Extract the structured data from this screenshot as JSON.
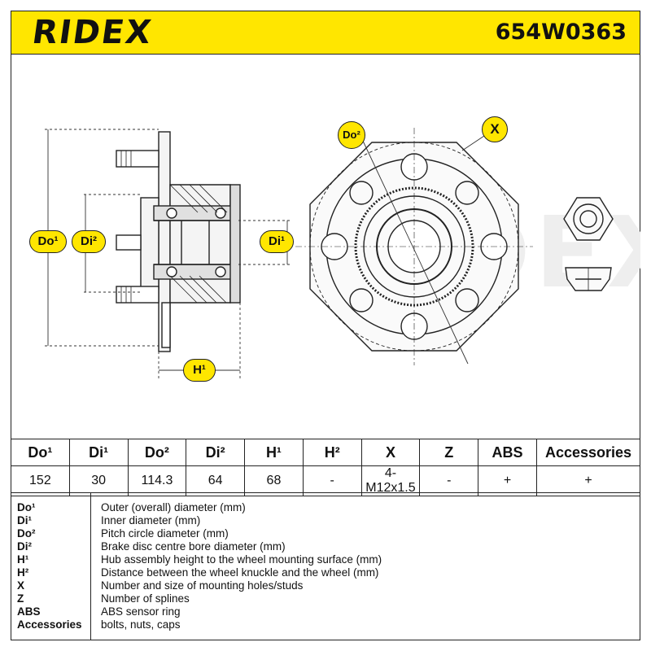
{
  "header": {
    "brand": "RIDEX",
    "part_number": "654W0363",
    "background_color": "#ffe600"
  },
  "diagram": {
    "watermark": "RIDEX",
    "callouts": {
      "do1": "Do¹",
      "di2": "Di²",
      "di1": "Di¹",
      "h1": "H¹",
      "do2": "Do²",
      "x": "X"
    }
  },
  "specs": {
    "headers": [
      "Do¹",
      "Di¹",
      "Do²",
      "Di²",
      "H¹",
      "H²",
      "X",
      "Z",
      "ABS",
      "Accessories"
    ],
    "values": [
      "152",
      "30",
      "114.3",
      "64",
      "68",
      "-",
      "4-M12x1.5",
      "-",
      "+",
      "+"
    ]
  },
  "legend": [
    {
      "code": "Do¹",
      "desc": "Outer (overall) diameter (mm)"
    },
    {
      "code": "Di¹",
      "desc": "Inner diameter (mm)"
    },
    {
      "code": "Do²",
      "desc": "Pitch circle diameter (mm)"
    },
    {
      "code": "Di²",
      "desc": "Brake disc centre bore diameter (mm)"
    },
    {
      "code": "H¹",
      "desc": "Hub assembly height to the wheel mounting surface (mm)"
    },
    {
      "code": "H²",
      "desc": "Distance between the wheel knuckle and the wheel (mm)"
    },
    {
      "code": "X",
      "desc": "Number and size of mounting holes/studs"
    },
    {
      "code": "Z",
      "desc": "Number of splines"
    },
    {
      "code": "ABS",
      "desc": "ABS sensor ring"
    },
    {
      "code": "Accessories",
      "desc": "bolts, nuts, caps"
    }
  ]
}
